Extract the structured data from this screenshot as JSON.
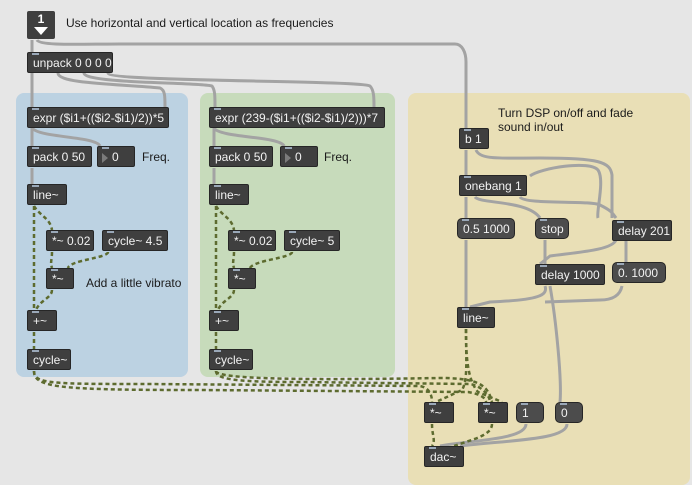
{
  "colors": {
    "background": "#e6e6e6",
    "panel_blue": "#bcd2e2",
    "panel_green": "#c7dbbb",
    "panel_yellow": "#e9dfb6",
    "object": "#3f3f3f",
    "patch_cord": "#a8a8a8",
    "signal_cord": "#5d6b2f"
  },
  "top": {
    "bang_number": "1",
    "title": "Use horizontal and vertical location as frequencies",
    "unpack": "unpack 0 0 0 0"
  },
  "blue_panel": {
    "expr": "expr ($i1+(($i2-$i1)/2))*5",
    "pack": "pack 0 50",
    "number": "0",
    "freq_label": "Freq.",
    "line": "line~",
    "mult": "*~ 0.02",
    "cycle_lfo": "cycle~ 4.5",
    "mult2": "*~",
    "vibrato_label": "Add a little vibrato",
    "plus": "+~",
    "cycle": "cycle~"
  },
  "green_panel": {
    "expr": "expr (239-($i1+(($i2-$i1)/2)))*7",
    "pack": "pack 0 50",
    "number": "0",
    "freq_label": "Freq.",
    "line": "line~",
    "mult": "*~ 0.02",
    "cycle_lfo": "cycle~ 5",
    "mult2": "*~",
    "plus": "+~",
    "cycle": "cycle~"
  },
  "yellow_panel": {
    "comment": "Turn DSP on/off and fade sound in/out",
    "b": "b 1",
    "onebang": "onebang 1",
    "msg_fade": "0.5 1000",
    "msg_stop": "stop",
    "delay201": "delay 201",
    "delay1000": "delay 1000",
    "msg_zero": "0. 1000",
    "line": "line~"
  },
  "output": {
    "mult_left": "*~",
    "mult_right": "*~",
    "msg_one": "1",
    "msg_zero": "0",
    "dac": "dac~"
  }
}
